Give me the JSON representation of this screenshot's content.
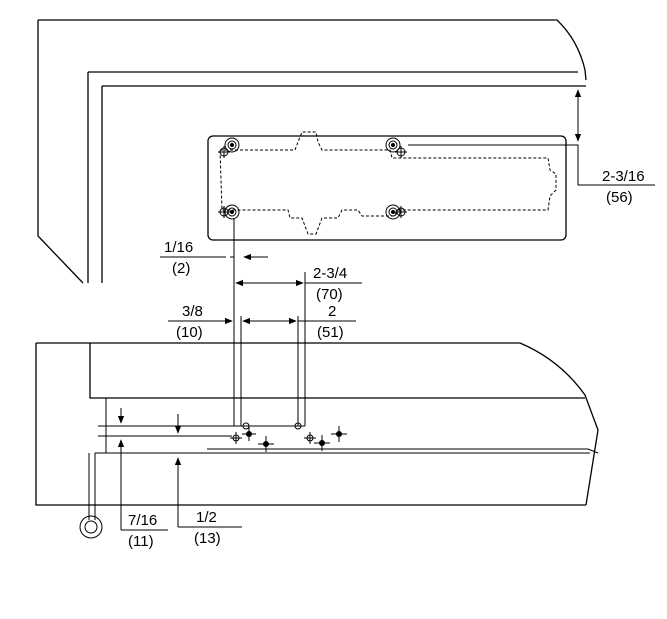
{
  "dimensions": {
    "top_offset": {
      "imperial": "2-3/16",
      "metric": "(56)"
    },
    "small_gap": {
      "imperial": "1/16",
      "metric": "(2)"
    },
    "hole_spacing_outer": {
      "imperial": "2-3/4",
      "metric": "(70)"
    },
    "edge_offset": {
      "imperial": "3/8",
      "metric": "(10)"
    },
    "hole_spacing_inner": {
      "imperial": "2",
      "metric": "(51)"
    },
    "vertical_left": {
      "imperial": "7/16",
      "metric": "(11)"
    },
    "vertical_bottom": {
      "imperial": "1/2",
      "metric": "(13)"
    }
  }
}
